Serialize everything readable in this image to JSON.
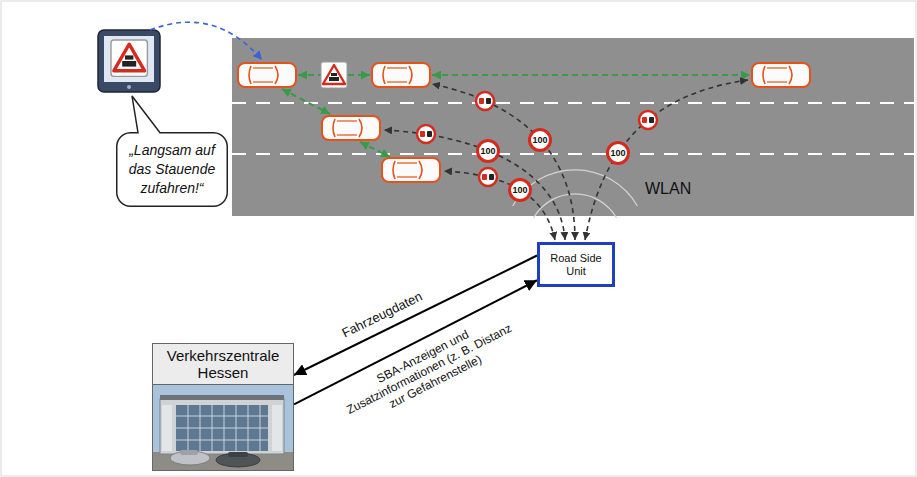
{
  "diagram": {
    "nodes": [
      {
        "text": [
          "„Langsam auf das Stauende zufahren!“"
        ]
      },
      {
        "text": [
          "100"
        ]
      },
      {
        "text": [
          "100"
        ]
      },
      {
        "text": [
          "100"
        ]
      },
      {
        "text": [
          "100"
        ]
      },
      {
        "text": [
          "Road Side Unit"
        ]
      },
      {
        "text": [
          "Verkehrszentrale Hessen"
        ]
      }
    ],
    "edges": [
      {
        "from": 5,
        "to": 6,
        "arrow": "to",
        "label": "Fahrzeugdaten"
      },
      {
        "from": 6,
        "to": 5,
        "arrow": "to",
        "label": "SBA-Anzeigen und Zusatzinformationen (z. B. Distanz zur Gefahrenstelle)"
      }
    ],
    "labels": [
      "WLAN"
    ]
  }
}
